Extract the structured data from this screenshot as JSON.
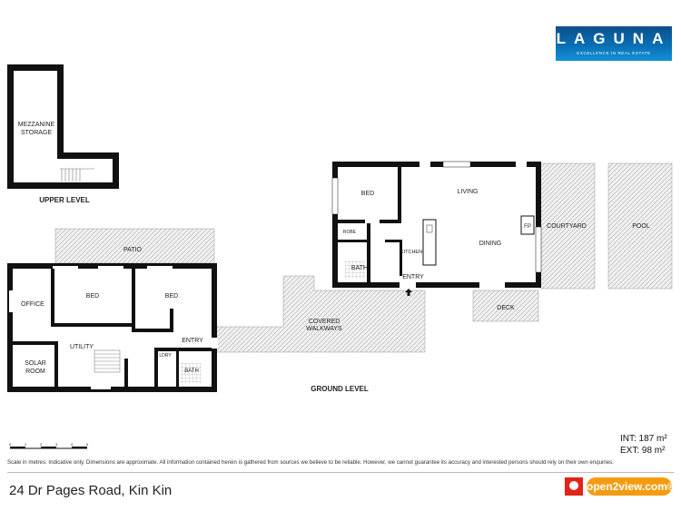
{
  "brand": {
    "name": "LAGUNA",
    "tagline": "EXCELLENCE IN REAL ESTATE"
  },
  "levels": {
    "upper": "UPPER LEVEL",
    "ground": "GROUND LEVEL"
  },
  "rooms": {
    "mezzanine_line1": "MEZZANINE",
    "mezzanine_line2": "STORAGE",
    "patio": "PATIO",
    "office": "OFFICE",
    "bed_west": "BED",
    "bed_middle": "BED",
    "utility": "UTILITY",
    "solar_line1": "SOLAR",
    "solar_line2": "ROOM",
    "entry_west": "ENTRY",
    "ldry": "LDRY",
    "bath_west": "BATH",
    "covered_line1": "COVERED",
    "covered_line2": "WALKWAYS",
    "bed_east": "BED",
    "robe": "ROBE",
    "bath_east": "BATH",
    "kitchen": "KITCHEN",
    "entry_east": "ENTRY",
    "living": "LIVING",
    "dining": "DINING",
    "fp": "FP",
    "courtyard": "COURTYARD",
    "deck": "DECK",
    "pool": "POOL"
  },
  "areas": {
    "internal": "INT: 187 m²",
    "external": "EXT: 98 m²"
  },
  "scale": {
    "ticks": [
      "0",
      "1",
      "2",
      "3",
      "4",
      "5"
    ]
  },
  "disclaimer": "Scale in metres. Indicative only. Dimensions are approximate. All information contained herein is gathered from sources we believe to be reliable. However, we cannot guarantee its accuracy and interested persons should rely on their own enquiries.",
  "address": "24 Dr Pages Road, Kin Kin",
  "portal": {
    "name": "open2view.com®"
  }
}
